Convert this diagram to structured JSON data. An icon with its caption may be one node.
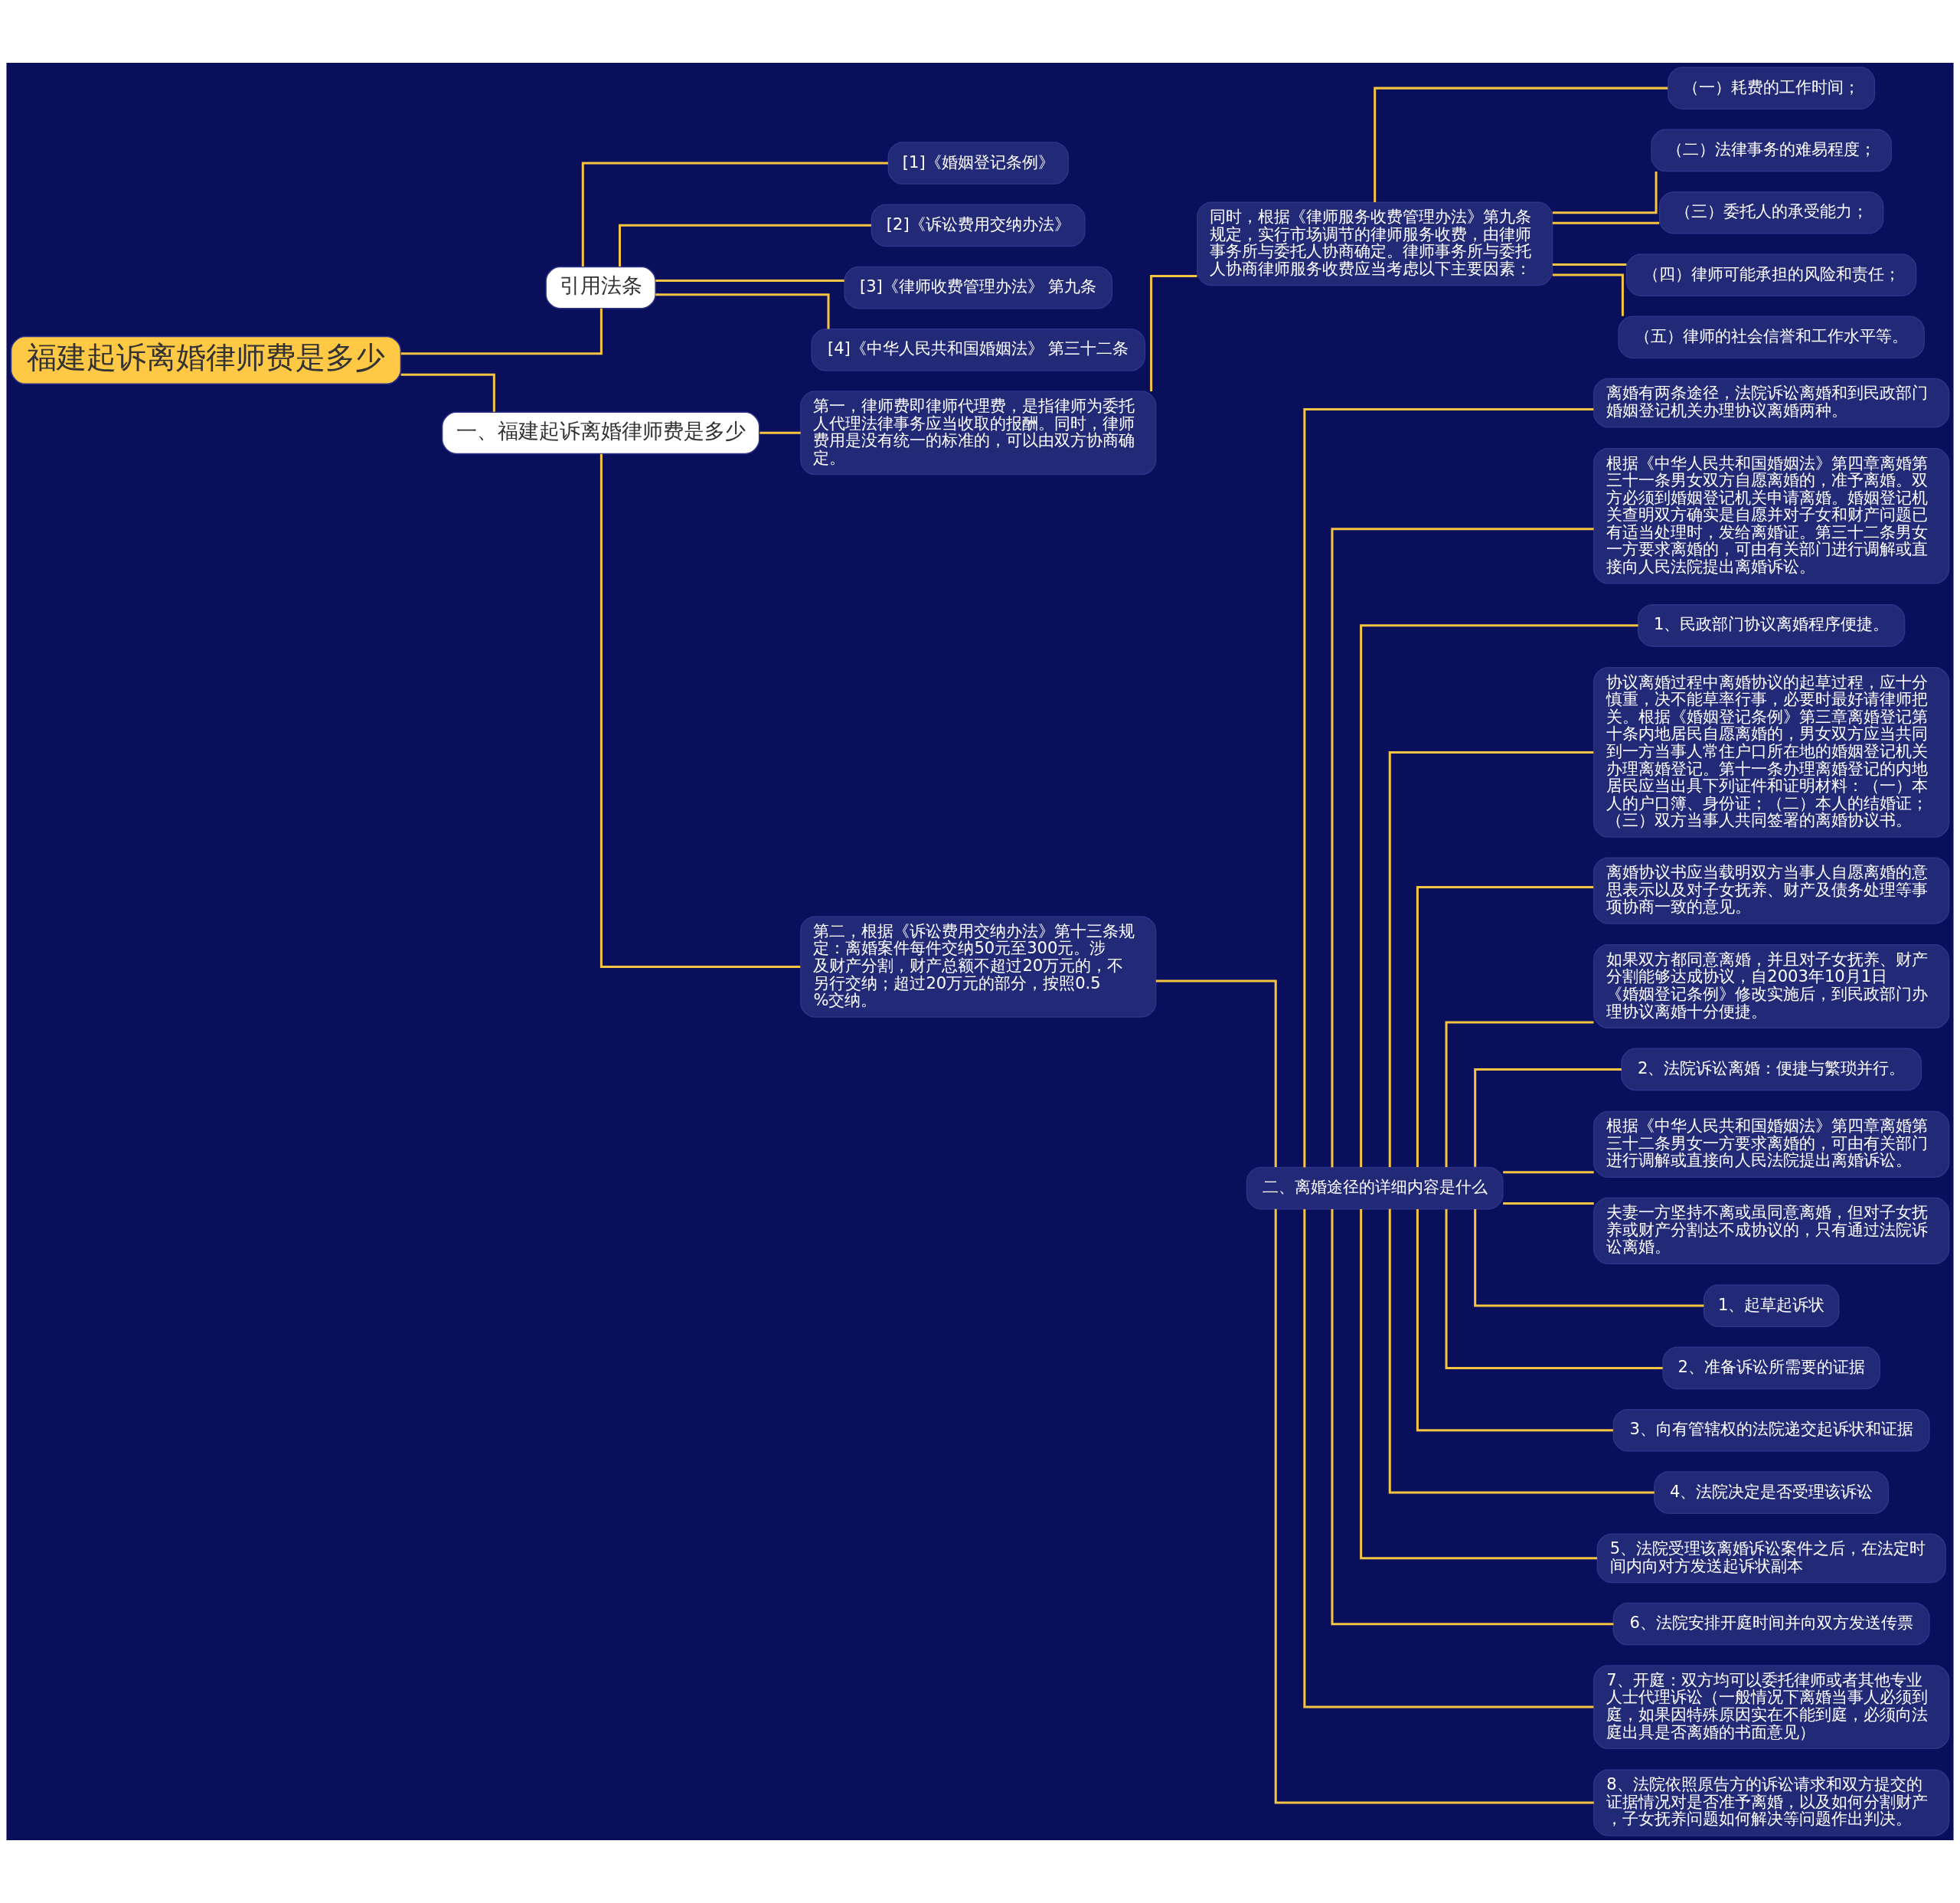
{
  "diagram": {
    "nodes": [
      {
        "text": [
          "福建起诉离婚律师费是多少"
        ]
      },
      {
        "text": [
          "引用法条"
        ]
      },
      {
        "text": [
          "[1]《婚姻登记条例》"
        ]
      },
      {
        "text": [
          "[2]《诉讼费用交纳办法》"
        ]
      },
      {
        "text": [
          "[3]《律师收费管理办法》 第九条"
        ]
      },
      {
        "text": [
          "[4]《中华人民共和国婚姻法》 第三十二条"
        ]
      },
      {
        "text": [
          "一、福建起诉离婚律师费是多少"
        ]
      },
      {
        "text": [
          "第一，律师费即律师代理费，是指律师为委托人代理法律事务应当收取的报酬。同时，律师费用是没有统一的标准的，可以由双方协商确定。"
        ]
      },
      {
        "text": [
          "同时，根据《律师服务收费管理办法》第九条规定，实行市场调节的律师服务收费，由律师事务所与委托人协商确定。律师事务所与委托人协商律师服务收费应当考虑以下主要因素："
        ]
      },
      {
        "text": [
          "（一）耗费的工作时间；"
        ]
      },
      {
        "text": [
          "（二）法律事务的难易程度；"
        ]
      },
      {
        "text": [
          "（三）委托人的承受能力；"
        ]
      },
      {
        "text": [
          "（四）律师可能承担的风险和责任；"
        ]
      },
      {
        "text": [
          "（五）律师的社会信誉和工作水平等。"
        ]
      },
      {
        "text": [
          "第二，根据《诉讼费用交纳办法》第十三条规定：离婚案件每件交纳50元至300元。涉及财产分割，财产总额不超过20万元的，不另行交纳；超过20万元的部分，按照0.5%交纳。"
        ]
      },
      {
        "text": [
          "二、离婚途径的详细内容是什么"
        ]
      },
      {
        "text": [
          "离婚有两条途径，法院诉讼离婚和到民政部门婚姻登记机关办理协议离婚两种。"
        ]
      },
      {
        "text": [
          "根据《中华人民共和国婚姻法》第四章离婚第三十一条男女双方自愿离婚的，准予离婚。双方必须到婚姻登记机关申请离婚。婚姻登记机关查明双方确实是自愿并对子女和财产问题已有适当处理时，发给离婚证。第三十二条男女一方要求离婚的，可由有关部门进行调解或直接向人民法院提出离婚诉讼。"
        ]
      },
      {
        "text": [
          "1、民政部门协议离婚程序便捷。"
        ]
      },
      {
        "text": [
          "协议离婚过程中离婚协议的起草过程，应十分慎重，决不能草率行事，必要时最好请律师把关。根据《婚姻登记条例》第三章离婚登记第十条内地居民自愿离婚的，男女双方应当共同到一方当事人常住户口所在地的婚姻登记机关办理离婚登记。第十一条办理离婚登记的内地居民应当出具下列证件和证明材料：（一）本人的户口簿、身份证；（二）本人的结婚证；（三）双方当事人共同签署的离婚协议书。"
        ]
      },
      {
        "text": [
          "离婚协议书应当载明双方当事人自愿离婚的意思表示以及对子女抚养、财产及债务处理等事项协商一致的意见。"
        ]
      },
      {
        "text": [
          "如果双方都同意离婚，并且对子女抚养、财产分割能够达成协议，自2003年10月1日《婚姻登记条例》修改实施后，到民政部门办理协议离婚十分便捷。"
        ]
      },
      {
        "text": [
          "2、法院诉讼离婚：便捷与繁琐并行。"
        ]
      },
      {
        "text": [
          "根据《中华人民共和国婚姻法》第四章离婚第三十二条男女一方要求离婚的，可由有关部门进行调解或直接向人民法院提出离婚诉讼。"
        ]
      },
      {
        "text": [
          "夫妻一方坚持不离或虽同意离婚，但对子女抚养或财产分割达不成协议的，只有通过法院诉讼离婚。"
        ]
      },
      {
        "text": [
          "1、起草起诉状"
        ]
      },
      {
        "text": [
          "2、准备诉讼所需要的证据"
        ]
      },
      {
        "text": [
          "3、向有管辖权的法院递交起诉状和证据"
        ]
      },
      {
        "text": [
          "4、法院决定是否受理该诉讼"
        ]
      },
      {
        "text": [
          "5、法院受理该离婚诉讼案件之后，在法定时间内向对方发送起诉状副本"
        ]
      },
      {
        "text": [
          "6、法院安排开庭时间并向双方发送传票"
        ]
      },
      {
        "text": [
          "7、开庭：双方均可以委托律师或者其他专业人士代理诉讼（一般情况下离婚当事人必须到庭，如果因特殊原因实在不能到庭，必须向法庭出具是否离婚的书面意见）"
        ]
      },
      {
        "text": [
          "8、法院依照原告方的诉讼请求和双方提交的证据情况对是否准予离婚，以及如何分割财产，子女抚养问题如何解决等问题作出判决。"
        ]
      }
    ],
    "edges": [
      {
        "from": 0,
        "to": 1,
        "arrow": "none"
      },
      {
        "from": 1,
        "to": 2,
        "arrow": "none"
      },
      {
        "from": 1,
        "to": 3,
        "arrow": "none"
      },
      {
        "from": 1,
        "to": 4,
        "arrow": "none"
      },
      {
        "from": 1,
        "to": 5,
        "arrow": "none"
      },
      {
        "from": 0,
        "to": 6,
        "arrow": "none"
      },
      {
        "from": 6,
        "to": 7,
        "arrow": "none"
      },
      {
        "from": 7,
        "to": 8,
        "arrow": "none"
      },
      {
        "from": 8,
        "to": 9,
        "arrow": "none"
      },
      {
        "from": 8,
        "to": 10,
        "arrow": "none"
      },
      {
        "from": 8,
        "to": 11,
        "arrow": "none"
      },
      {
        "from": 8,
        "to": 12,
        "arrow": "none"
      },
      {
        "from": 8,
        "to": 13,
        "arrow": "none"
      },
      {
        "from": 6,
        "to": 14,
        "arrow": "none"
      },
      {
        "from": 14,
        "to": 15,
        "arrow": "none"
      },
      {
        "from": 15,
        "to": 16,
        "arrow": "none"
      },
      {
        "from": 15,
        "to": 17,
        "arrow": "none"
      },
      {
        "from": 15,
        "to": 18,
        "arrow": "none"
      },
      {
        "from": 15,
        "to": 19,
        "arrow": "none"
      },
      {
        "from": 15,
        "to": 20,
        "arrow": "none"
      },
      {
        "from": 15,
        "to": 21,
        "arrow": "none"
      },
      {
        "from": 15,
        "to": 22,
        "arrow": "none"
      },
      {
        "from": 15,
        "to": 23,
        "arrow": "none"
      },
      {
        "from": 15,
        "to": 24,
        "arrow": "none"
      },
      {
        "from": 15,
        "to": 25,
        "arrow": "none"
      },
      {
        "from": 15,
        "to": 26,
        "arrow": "none"
      },
      {
        "from": 15,
        "to": 27,
        "arrow": "none"
      },
      {
        "from": 15,
        "to": 28,
        "arrow": "none"
      },
      {
        "from": 15,
        "to": 29,
        "arrow": "none"
      },
      {
        "from": 15,
        "to": 30,
        "arrow": "none"
      },
      {
        "from": 15,
        "to": 31,
        "arrow": "none"
      },
      {
        "from": 15,
        "to": 32,
        "arrow": "none"
      }
    ]
  }
}
